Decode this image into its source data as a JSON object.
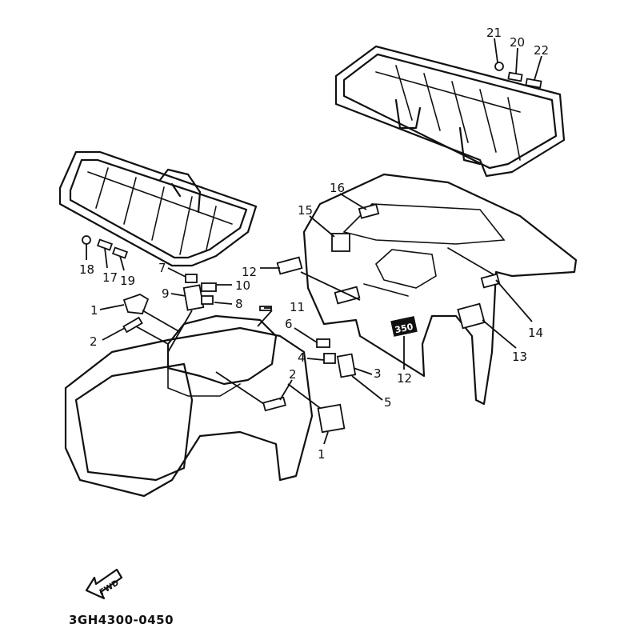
{
  "diagram": {
    "part_code": "3GH4300-0450",
    "direction_arrow": "FWD",
    "emblem_text": "350",
    "callouts": [
      "21",
      "20",
      "22",
      "16",
      "15",
      "18",
      "17",
      "19",
      "12",
      "7",
      "10",
      "9",
      "8",
      "1",
      "11",
      "2",
      "6",
      "4",
      "3",
      "2",
      "5",
      "12",
      "13",
      "14",
      "1"
    ]
  }
}
